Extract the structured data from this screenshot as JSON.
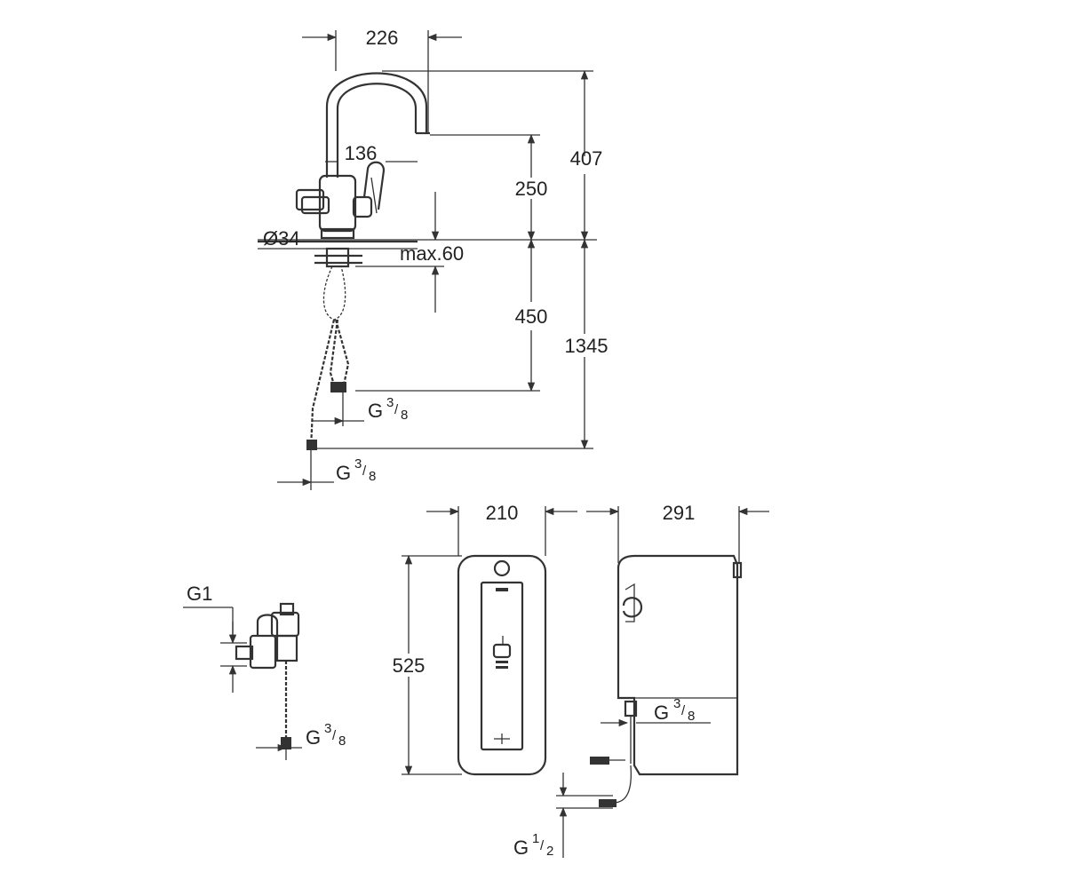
{
  "faucet": {
    "dim_spout_reach": "226",
    "dim_total_height": "407",
    "dim_lever": "136",
    "dim_spout_height": "250",
    "dim_hole": "Ø34",
    "dim_deck": "max.60",
    "dim_hose": "450",
    "dim_overall": "1345",
    "thread_upper": {
      "g": "G",
      "num": "3",
      "den": "8"
    },
    "thread_lower": {
      "g": "G",
      "num": "3",
      "den": "8"
    }
  },
  "valve": {
    "thread_inlet": "G1",
    "thread_outlet": {
      "g": "G",
      "num": "3",
      "den": "8"
    }
  },
  "boiler": {
    "dim_width": "210",
    "dim_depth": "291",
    "dim_height": "525",
    "thread_side": {
      "g": "G",
      "num": "3",
      "den": "8"
    },
    "thread_bottom": {
      "g": "G",
      "num": "1",
      "den": "2"
    }
  }
}
